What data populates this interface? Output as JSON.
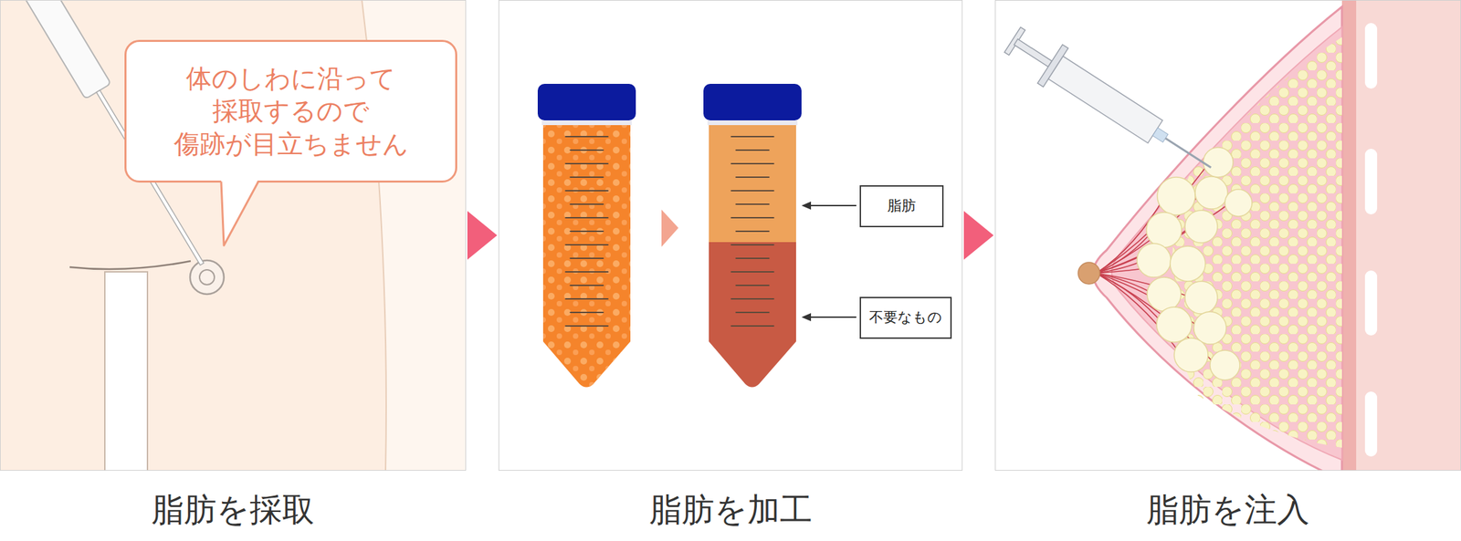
{
  "diagram": {
    "nodes": [
      {
        "text": [
          "脂肪を採取"
        ]
      },
      {
        "text": [
          "体のしわに沿って 採取するので 傷跡が目立ちません"
        ],
        "in": 0
      },
      {
        "text": [
          "脂肪を加工"
        ]
      },
      {
        "text": [
          "脂肪"
        ],
        "in": 2
      },
      {
        "text": [
          "不要なもの"
        ],
        "in": 2
      },
      {
        "text": [
          "脂肪を注入"
        ]
      }
    ],
    "edges": [
      {
        "from": 0,
        "to": 2,
        "arrow": "to"
      },
      {
        "from": 2,
        "to": 5,
        "arrow": "to"
      }
    ]
  }
}
